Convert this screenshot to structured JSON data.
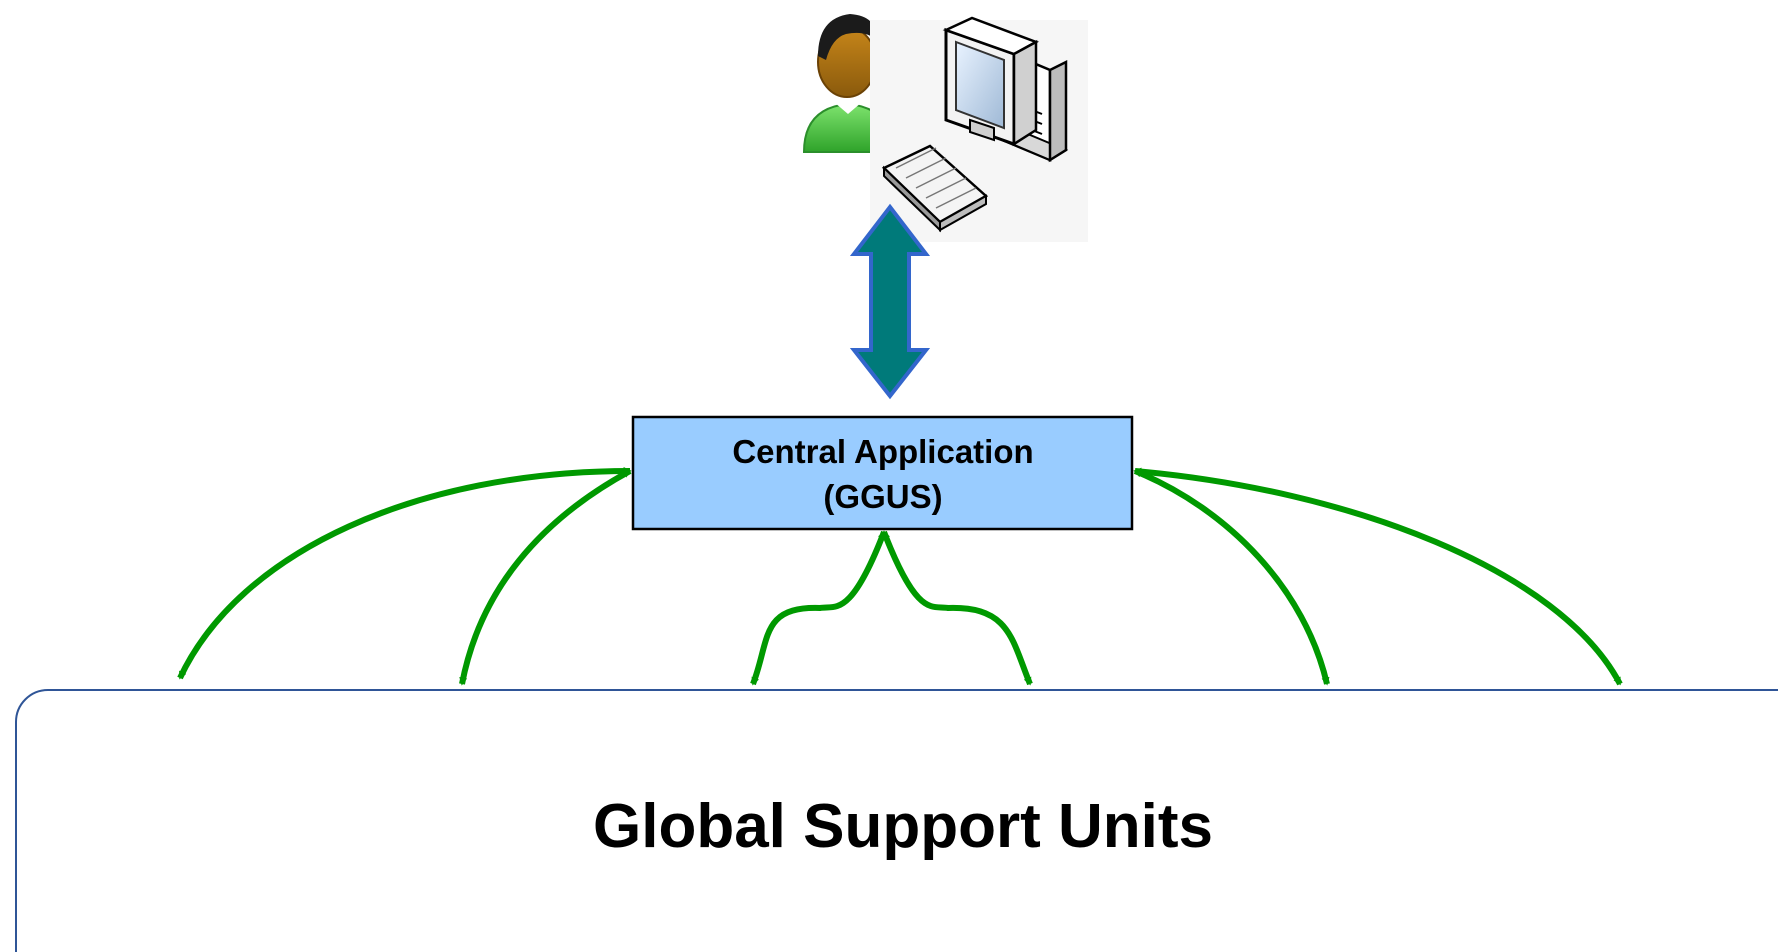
{
  "central_application": {
    "line1": "Central Application",
    "line2": "(GGUS)"
  },
  "global_support_units": {
    "label": "Global Support Units"
  },
  "icons": {
    "user": "user-icon",
    "computer": "computer-icon"
  },
  "colors": {
    "central_box_fill": "#99ccff",
    "central_box_stroke": "#000000",
    "gsu_box_stroke": "#2f5597",
    "connector_green": "#009900",
    "vertical_arrow_fill": "#007a7a",
    "vertical_arrow_stroke": "#3366cc"
  }
}
